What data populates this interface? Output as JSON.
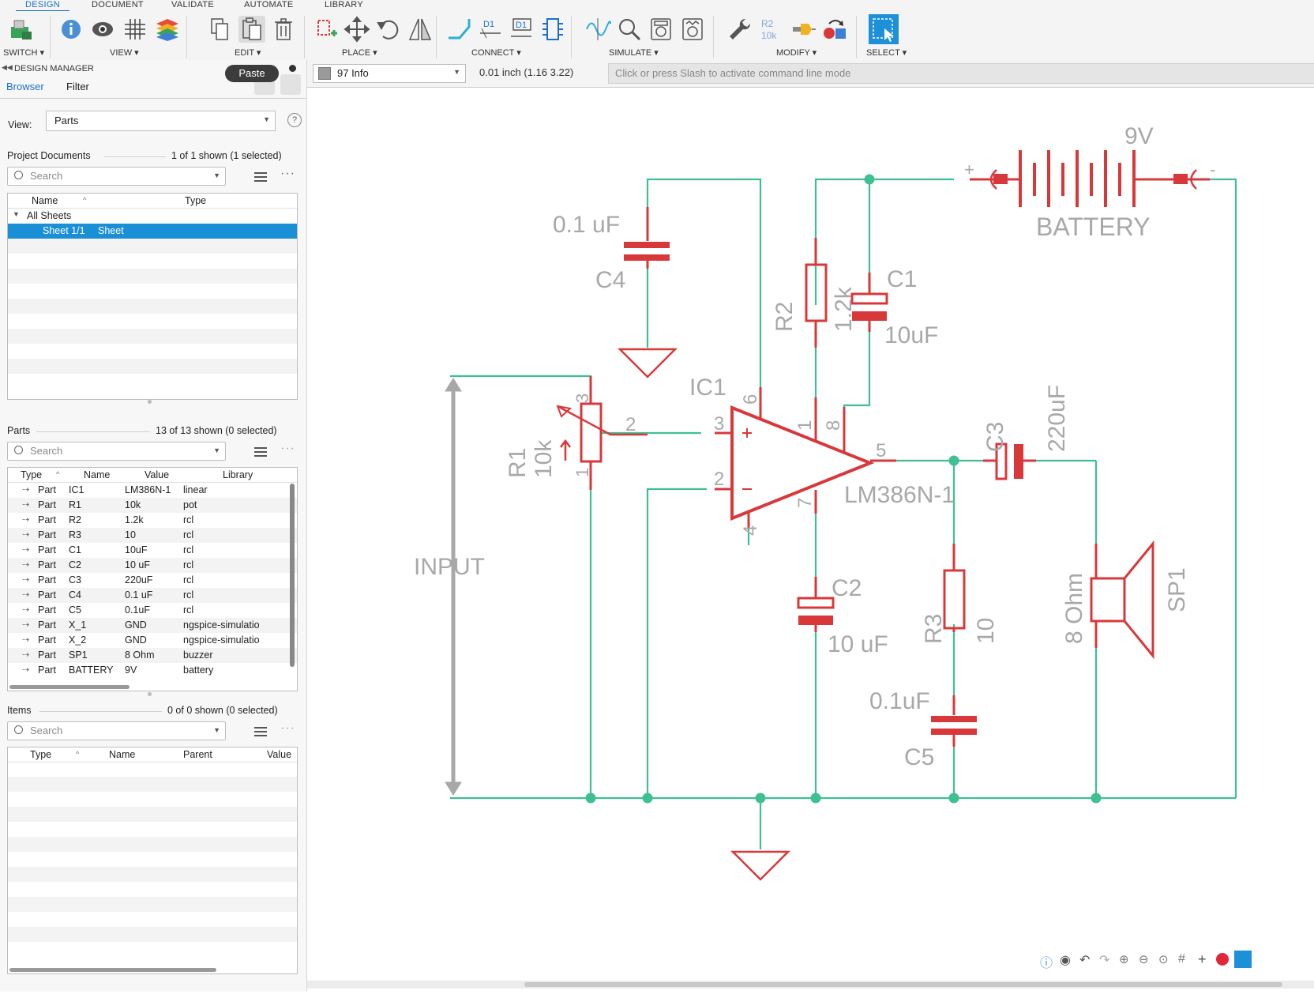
{
  "tabs": [
    "DESIGN",
    "DOCUMENT",
    "VALIDATE",
    "AUTOMATE",
    "LIBRARY"
  ],
  "toolbar_groups": {
    "switch": "SWITCH ▾",
    "view": "VIEW ▾",
    "edit": "EDIT ▾",
    "place": "PLACE ▾",
    "connect": "CONNECT ▾",
    "simulate": "SIMULATE ▾",
    "modify": "MODIFY ▾",
    "select": "SELECT ▾"
  },
  "toolbar_icons": {
    "connect_d1_a": "D1",
    "connect_d1_b": "D1",
    "modify_r2": "R2",
    "modify_10k": "10k"
  },
  "tooltip": "Paste",
  "design_manager_title": "DESIGN MANAGER",
  "subtabs": {
    "browser": "Browser",
    "filter": "Filter"
  },
  "layer_select": "97 Info",
  "coordinates": "0.01 inch (1.16 3.22)",
  "command_placeholder": "Click or press Slash to activate command line mode",
  "view": {
    "label": "View:",
    "value": "Parts",
    "help": "?"
  },
  "project_documents": {
    "title": "Project Documents",
    "count": "1 of 1 shown (1 selected)",
    "search_placeholder": "Search",
    "columns": [
      "Name",
      "Type"
    ],
    "group": "All Sheets",
    "item_name": "Sheet 1/1",
    "item_type": "Sheet"
  },
  "parts": {
    "title": "Parts",
    "count": "13 of 13 shown (0 selected)",
    "search_placeholder": "Search",
    "columns": [
      "Type",
      "Name",
      "Value",
      "Library"
    ],
    "rows": [
      {
        "type": "Part",
        "name": "IC1",
        "value": "LM386N-1",
        "library": "linear"
      },
      {
        "type": "Part",
        "name": "R1",
        "value": "10k",
        "library": "pot"
      },
      {
        "type": "Part",
        "name": "R2",
        "value": "1.2k",
        "library": "rcl"
      },
      {
        "type": "Part",
        "name": "R3",
        "value": "10",
        "library": "rcl"
      },
      {
        "type": "Part",
        "name": "C1",
        "value": "10uF",
        "library": "rcl"
      },
      {
        "type": "Part",
        "name": "C2",
        "value": "10 uF",
        "library": "rcl"
      },
      {
        "type": "Part",
        "name": "C3",
        "value": "220uF",
        "library": "rcl"
      },
      {
        "type": "Part",
        "name": "C4",
        "value": "0.1 uF",
        "library": "rcl"
      },
      {
        "type": "Part",
        "name": "C5",
        "value": "0.1uF",
        "library": "rcl"
      },
      {
        "type": "Part",
        "name": "X_1",
        "value": "GND",
        "library": "ngspice-simulatio"
      },
      {
        "type": "Part",
        "name": "X_2",
        "value": "GND",
        "library": "ngspice-simulatio"
      },
      {
        "type": "Part",
        "name": "SP1",
        "value": "8 Ohm",
        "library": "buzzer"
      },
      {
        "type": "Part",
        "name": "BATTERY",
        "value": "9V",
        "library": "battery"
      }
    ]
  },
  "items": {
    "title": "Items",
    "count": "0 of 0 shown (0 selected)",
    "search_placeholder": "Search",
    "columns": [
      "Type",
      "Name",
      "Parent",
      "Value"
    ]
  },
  "schematic": {
    "labels": {
      "c4_value": "0.1 uF",
      "c4_name": "C4",
      "battery_value": "9V",
      "battery_name": "BATTERY",
      "batt_plus": "+",
      "batt_minus": "-",
      "r2_name": "R2",
      "r2_value": "1.2k",
      "c1_name": "C1",
      "c1_value": "10uF",
      "ic1_name": "IC1",
      "ic1_value": "LM386N-1",
      "pin6": "6",
      "pin1": "1",
      "pin8": "8",
      "pin3": "3",
      "pin2": "2",
      "pin5": "5",
      "pin7": "7",
      "pin4": "4",
      "r1_name": "R1",
      "r1_value": "10k",
      "r1_pin3": "3",
      "r1_pin2": "2",
      "r1_pin1": "1",
      "c3_name": "C3",
      "c3_value": "220uF",
      "input": "INPUT",
      "c2_name": "C2",
      "c2_value": "10 uF",
      "r3_name": "R3",
      "r3_value": "10",
      "c5_value": "0.1uF",
      "c5_name": "C5",
      "sp1_name": "SP1",
      "sp1_value": "8 Ohm"
    }
  },
  "colors": {
    "wire": "#3fbf96",
    "symbol": "#d9383b",
    "label": "#a8a8a8",
    "accent": "#1b6fcf",
    "selection": "#1e90d8"
  }
}
